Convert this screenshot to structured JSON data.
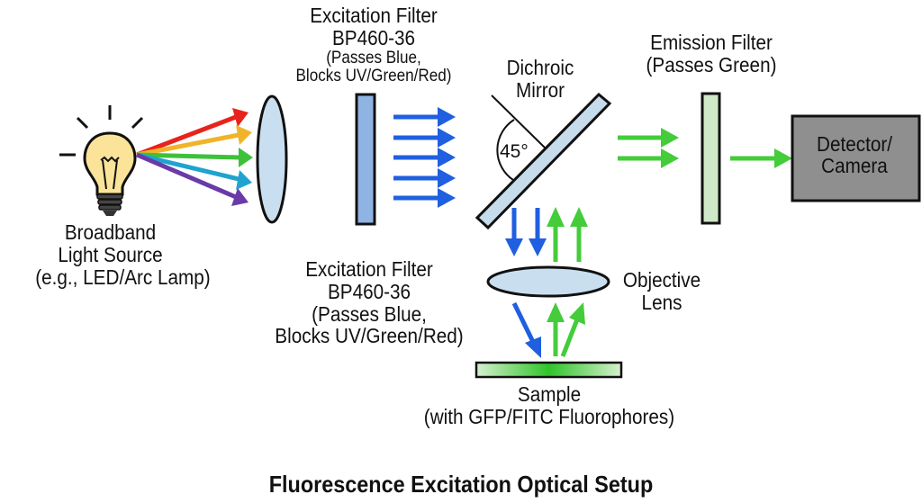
{
  "title": "Fluorescence Excitation Optical Setup",
  "light_source": {
    "label_lines": [
      "Broadband",
      "Light Source",
      "(e.g., LED/Arc Lamp)"
    ]
  },
  "excitation_filter_top": {
    "name": "Excitation Filter",
    "model": "BP460-36",
    "note_lines": [
      "(Passes Blue,",
      "Blocks UV/Green/Red)"
    ]
  },
  "excitation_filter_bottom": {
    "name": "Excitation Filter",
    "model": "BP460-36",
    "note_lines": [
      "(Passes Blue,",
      "Blocks UV/Green/Red)"
    ]
  },
  "dichroic_mirror": {
    "label_lines": [
      "Dichroic",
      "Mirror"
    ],
    "angle_label": "45°"
  },
  "emission_filter": {
    "label_lines": [
      "Emission Filter",
      "(Passes Green)"
    ]
  },
  "detector": {
    "label_lines": [
      "Detector/",
      "Camera"
    ]
  },
  "objective_lens": {
    "label_lines": [
      "Objective",
      "Lens"
    ]
  },
  "sample": {
    "label_lines": [
      "Sample",
      "(with GFP/FITC Fluorophores)"
    ]
  },
  "colors": {
    "spectrum": [
      "#e8231c",
      "#f0b429",
      "#3ec13a",
      "#1fa3cf",
      "#6a3aa8"
    ],
    "excitation_blue": "#1f5fe0",
    "emission_green": "#44cc3a",
    "lens_fill": "#c9dff0",
    "excitation_filter_fill": "#8fb4e3",
    "emission_filter_fill": "#cfe8c7",
    "mirror_fill": "#c6dceb",
    "detector_fill": "#8f8f8f",
    "bulb_fill": "#fbe49a"
  }
}
